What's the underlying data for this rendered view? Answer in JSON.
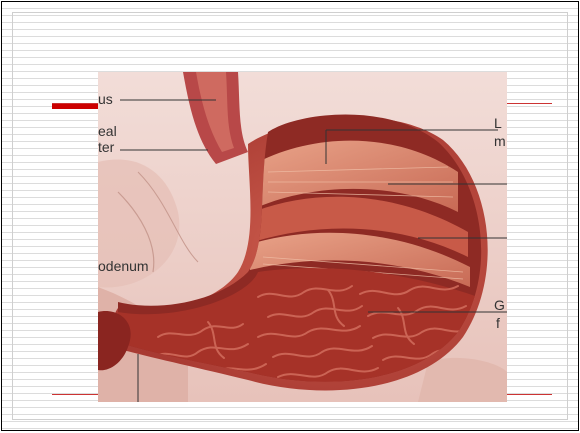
{
  "labels": {
    "l1": "us",
    "l2_line1": "eal",
    "l2_line2": "ter",
    "l3": "odenum",
    "r1_line1": "L",
    "r1_line2": "m",
    "r2_line1": "G",
    "r2_line2": "f"
  },
  "colors": {
    "accent": "#cc0000",
    "tissue": "#b84040",
    "mucosa": "#9c2a24",
    "background_organ": "#e3b4ac"
  }
}
